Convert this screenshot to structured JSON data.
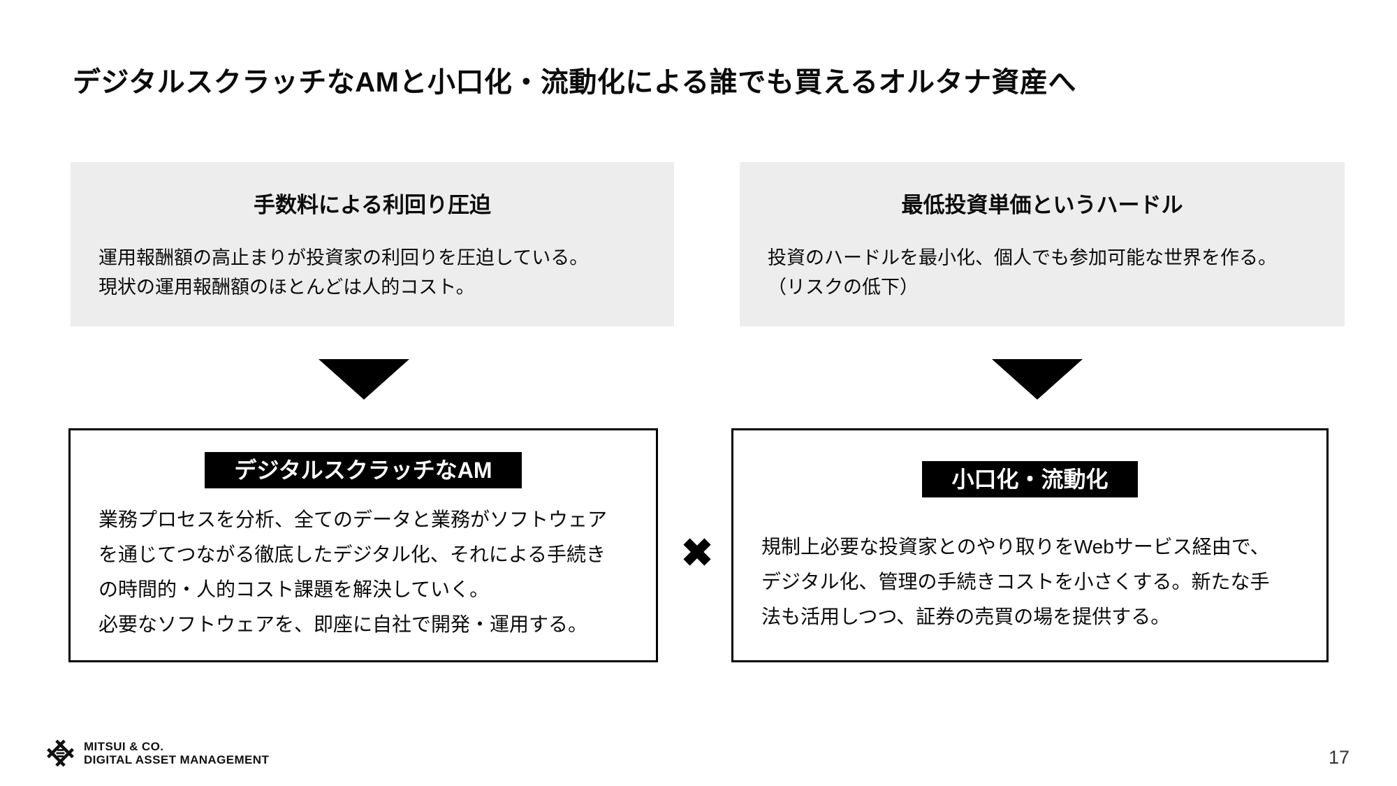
{
  "title": "デジタルスクラッチなAMと小口化・流動化による誰でも買えるオルタナ資産へ",
  "colors": {
    "background": "#ffffff",
    "panel_gray": "#ededed",
    "ink_black": "#000000",
    "badge_text": "#ffffff"
  },
  "problems": [
    {
      "heading": "手数料による利回り圧迫",
      "body": "運用報酬額の高止まりが投資家の利回りを圧迫している。\n現状の運用報酬額のほとんどは人的コスト。"
    },
    {
      "heading": "最低投資単価というハードル",
      "body": "投資のハードルを最小化、個人でも参加可能な世界を作る。\n（リスクの低下）"
    }
  ],
  "solutions": [
    {
      "badge": "デジタルスクラッチなAM",
      "body": "業務プロセスを分析、全てのデータと業務がソフトウェア\nを通じてつながる徹底したデジタル化、それによる手続き\nの時間的・人的コスト課題を解決していく。\n必要なソフトウェアを、即座に自社で開発・運用する。"
    },
    {
      "badge": "小口化・流動化",
      "body": "規制上必要な投資家とのやり取りをWebサービス経由で、\nデジタル化、管理の手続きコストを小さくする。新たな手\n法も活用しつつ、証券の売買の場を提供する。"
    }
  ],
  "operator_symbol": "✕",
  "footer": {
    "company_line1": "MITSUI & CO.",
    "company_line2": "DIGITAL ASSET MANAGEMENT",
    "page_number": "17"
  }
}
